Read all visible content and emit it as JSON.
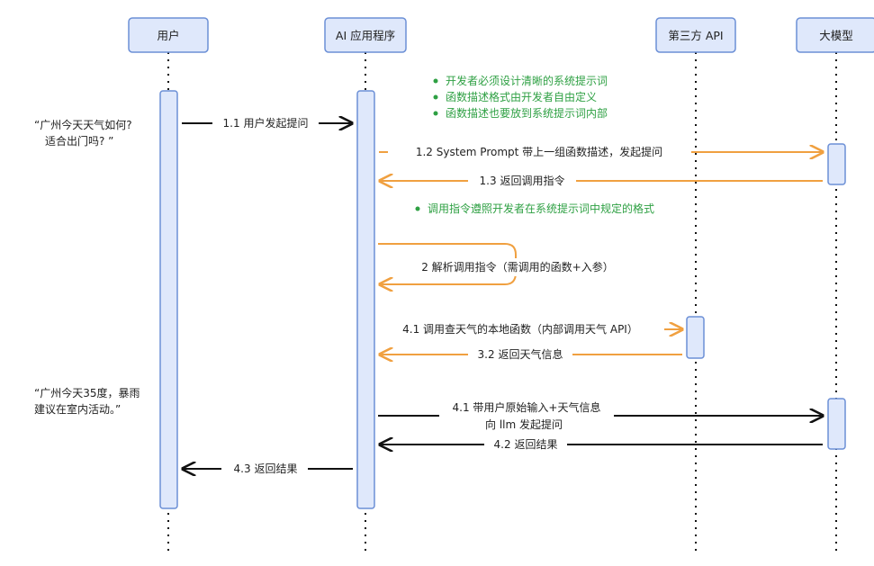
{
  "participants": {
    "user": "用户",
    "app": "AI 应用程序",
    "api": "第三方 API",
    "llm": "大模型"
  },
  "user_quotes": {
    "q1_line1": "“广州今天天气如何?",
    "q1_line2": "适合出门吗? ”",
    "q2_line1": "“广州今天35度，暴雨",
    "q2_line2": "建议在室内活动。”"
  },
  "notes_top": [
    "开发者必须设计清晰的系统提示词",
    "函数描述格式由开发者自由定义",
    "函数描述也要放到系统提示词内部"
  ],
  "note_mid": "调用指令遵照开发者在系统提示词中规定的格式",
  "messages": {
    "m1_1": "1.1 用户发起提问",
    "m1_2": "1.2 System Prompt 带上一组函数描述，发起提问",
    "m1_3": "1.3 返回调用指令",
    "m2": "2 解析调用指令（需调用的函数+入参）",
    "m4_1a": "4.1 调用查天气的本地函数（内部调用天气 API）",
    "m3_2": "3.2 返回天气信息",
    "m4_1b_line1": "4.1 带用户原始输入+天气信息",
    "m4_1b_line2": "向 llm 发起提问",
    "m4_2": "4.2 返回结果",
    "m4_3": "4.3 返回结果"
  },
  "colors": {
    "box_fill": "#dfe8fb",
    "box_stroke": "#6b8fd6",
    "orange": "#f0a040",
    "black": "#111111",
    "green": "#2ea043"
  }
}
